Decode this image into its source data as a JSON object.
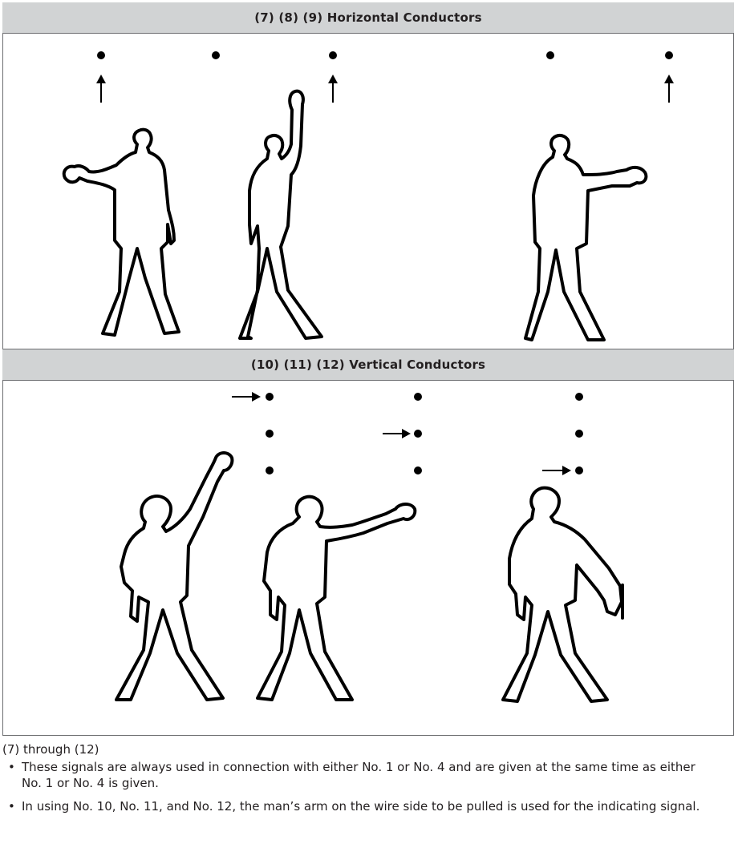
{
  "sections": [
    {
      "title": "(7) (8) (9) Horizontal Conductors"
    },
    {
      "title": "(10) (11) (12) Vertical Conductors"
    }
  ],
  "figures": {
    "horizontal": [
      {
        "signal": 7,
        "pose": "left-arm-out",
        "indicated_conductor": 1
      },
      {
        "signal": 8,
        "pose": "right-arm-up",
        "indicated_conductor": 3
      },
      {
        "signal": 9,
        "pose": "right-arm-out",
        "indicated_conductor": 5
      }
    ],
    "vertical": [
      {
        "signal": 10,
        "pose": "arm-raised-diagonal",
        "indicated_conductor": 1
      },
      {
        "signal": 11,
        "pose": "arm-out-horizontal",
        "indicated_conductor": 2
      },
      {
        "signal": 12,
        "pose": "arm-down-diagonal",
        "indicated_conductor": 3
      }
    ]
  },
  "notes": {
    "heading": "(7) through (12)",
    "bullets": [
      "These signals are always used in connection with either No. 1 or No. 4 and are given at the same time as either No. 1 or No. 4 is given.",
      "In using No. 10, No. 11, and No. 12, the man’s arm on the wire side to be pulled is used for the indicating signal."
    ]
  }
}
